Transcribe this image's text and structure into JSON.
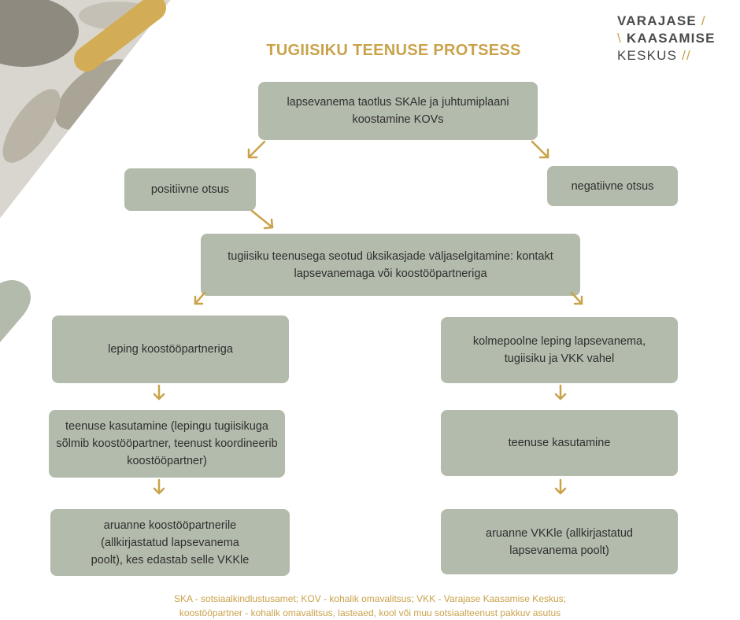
{
  "logo": {
    "line1": "VARAJASE",
    "line2": "KAASAMISE",
    "line3": "KESKUS",
    "slash1": "/",
    "slash2": "\\",
    "slash3": "//"
  },
  "title": "TUGIISIKU TEENUSE PROTSESS",
  "boxes": {
    "application": "lapsevanema taotlus SKAle ja juhtumiplaani koostamine KOVs",
    "positive": "positiivne otsus",
    "negative": "negatiivne otsus",
    "clarify": "tugiisiku teenusega seotud üksikasjade väljaselgitamine: kontakt lapsevanemaga või koostööpartneriga",
    "left_contract": "leping koostööpartneriga",
    "left_usage": "teenuse kasutamine (lepingu tugiisikuga sõlmib koostööpartner, teenust koordineerib koostööpartner)",
    "left_report": "aruanne koostööpartnerile (allkirjastatud lapsevanema poolt), kes edastab selle VKKle",
    "right_contract": "kolmepoolne leping lapsevanema, tugiisiku ja VKK vahel",
    "right_usage": "teenuse kasutamine",
    "right_report": "aruanne VKKle (allkirjastatud lapsevanema poolt)"
  },
  "footer": {
    "line1": "SKA - sotsiaalkindlustusamet; KOV - kohalik omavalitsus; VKK - Varajase Kaasamise Keskus;",
    "line2": "koostööpartner - kohalik omavalitsus, lasteaed, kool või muu sotsiaalteenust pakkuv asutus"
  },
  "colors": {
    "accent": "#c9a24a",
    "box": "#b3bbac",
    "text": "#2f2f2f"
  }
}
